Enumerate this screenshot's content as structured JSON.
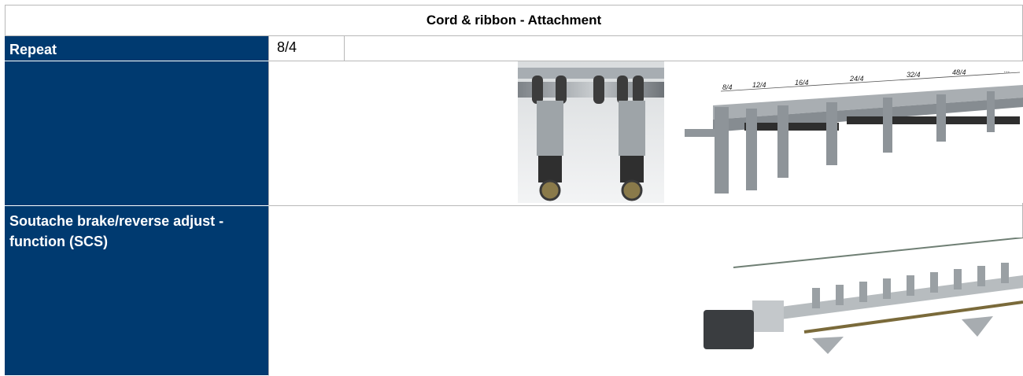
{
  "table": {
    "title": "Cord & ribbon - Attachment",
    "rows": [
      {
        "label": "Repeat",
        "value": "8/4"
      },
      {
        "label": "",
        "image_alt": "Attachment close-up and rail overview with repeat markings"
      },
      {
        "label": "Soutache brake/reverse adjust -function (SCS)",
        "image_alt": "Motorized shaft with brake units"
      }
    ]
  },
  "repeat_marks": [
    "8/4",
    "12/4",
    "16/4",
    "24/4",
    "32/4",
    "48/4",
    "..."
  ],
  "colors": {
    "label_bg": "#003a70",
    "label_text": "#ffffff",
    "border": "#b8b8b8"
  }
}
